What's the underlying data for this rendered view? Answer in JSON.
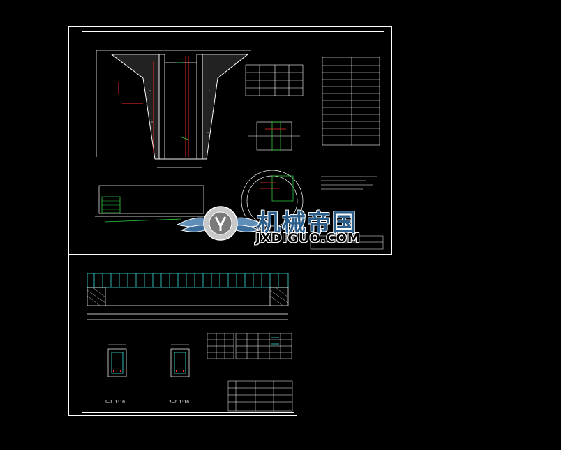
{
  "watermark": {
    "chinese": "机械帝国",
    "english": "JXDIGUO.COM"
  },
  "sheet_bottom": {
    "section_1": "1—1 1:10",
    "section_2": "2—2 1:10"
  },
  "colors": {
    "background": "#000000",
    "line": "#ffffff",
    "rebar_red": "#ff2a2a",
    "fill_green": "#2ecc40",
    "beam_cyan": "#3fe0e0",
    "watermark_blue": "#2a5d8a"
  }
}
